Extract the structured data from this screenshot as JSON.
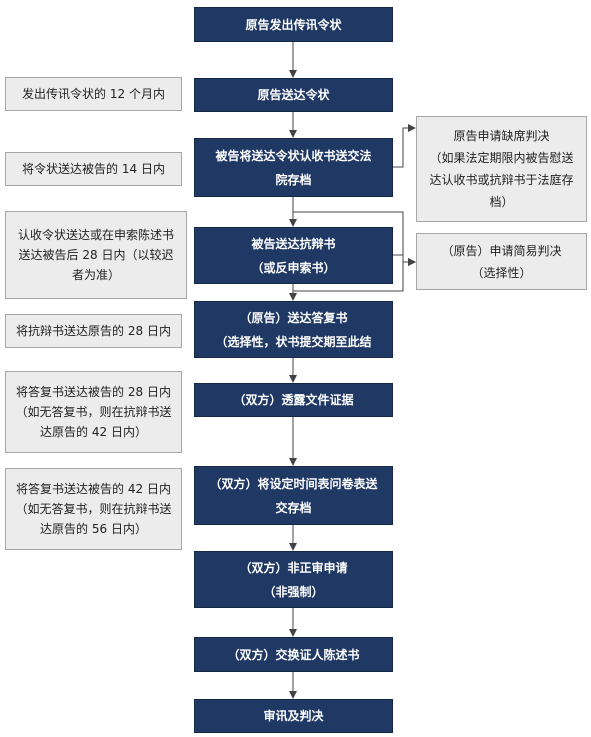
{
  "main_steps": [
    {
      "lines": [
        "原告发出传讯令状"
      ]
    },
    {
      "lines": [
        "原告送达令状"
      ]
    },
    {
      "lines": [
        "被告将送达令状认收书送交法",
        "院存档"
      ]
    },
    {
      "lines": [
        "被告送达抗辩书",
        "（或反申索书）"
      ]
    },
    {
      "lines": [
        "（原告）送达答复书",
        "（选择性，状书提交期至此结"
      ]
    },
    {
      "lines": [
        "（双方）透露文件证据"
      ]
    },
    {
      "lines": [
        "（双方）将设定时间表问卷表送",
        "交存档"
      ]
    },
    {
      "lines": [
        "（双方）非正审申请",
        "（非强制）"
      ]
    },
    {
      "lines": [
        "（双方）交换证人陈述书"
      ]
    },
    {
      "lines": [
        "审讯及判决"
      ]
    }
  ],
  "time_notes": [
    {
      "lines": [
        "发出传讯令状的 12 个月内"
      ]
    },
    {
      "lines": [
        "将令状送达被告的 14 日内"
      ]
    },
    {
      "lines": [
        "认收令状送达或在申索陈述书",
        "送达被告后 28 日内（以较迟",
        "者为准）"
      ]
    },
    {
      "lines": [
        "将抗辩书送达原告的 28 日内"
      ]
    },
    {
      "lines": [
        "将答复书送达被告的 28 日内",
        "（如无答复书，则在抗辩书送",
        "达原告的 42 日内）"
      ]
    },
    {
      "lines": [
        "将答复书送达被告的 42 日内",
        "（如无答复书，则在抗辩书送",
        "达原告的 56 日内）"
      ]
    }
  ],
  "side_branches": [
    {
      "lines": [
        "原告申请缺席判决",
        "（如果法定期限内被告慰送",
        "达认收书或抗辩书于法庭存",
        "档）"
      ]
    },
    {
      "lines": [
        "（原告）申请简易判决",
        "（选择性）"
      ]
    }
  ],
  "colors": {
    "main_fill": "#1f3864",
    "note_fill": "#ececec",
    "connector": "#444444"
  }
}
